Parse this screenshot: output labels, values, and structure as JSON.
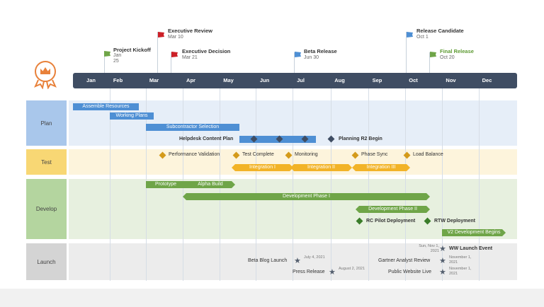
{
  "colors": {
    "timeline": "#3f4d63",
    "plan_band": "#e6eef8",
    "plan_label": "#a9c7eb",
    "test_band": "#fdf4dc",
    "test_label": "#f8d774",
    "develop_band": "#e7f0df",
    "develop_label": "#b4d59f",
    "launch_band": "#ececec",
    "launch_label": "#d4d4d4",
    "blue_task": "#4e8fd4",
    "gold_task": "#f2b327",
    "green_task": "#6fa548",
    "logo": "#e8813a"
  },
  "months": [
    "Jan",
    "Feb",
    "Mar",
    "Apr",
    "May",
    "Jun",
    "Jul",
    "Aug",
    "Sep",
    "Oct",
    "Nov",
    "Dec"
  ],
  "milestones": [
    {
      "title": "Project Kickoff",
      "date": "Jan 25",
      "flag": "#6fa548"
    },
    {
      "title": "Executive Review",
      "date": "Mar 10",
      "flag": "#cc2027"
    },
    {
      "title": "Executive Decision",
      "date": "Mar 21",
      "flag": "#cc2027"
    },
    {
      "title": "Beta Release",
      "date": "Jun 30",
      "flag": "#4e8fd4"
    },
    {
      "title": "Release Candidate",
      "date": "Oct 1",
      "flag": "#4e8fd4"
    },
    {
      "title": "Final Release",
      "date": "Oct 20",
      "flag": "#6fa548"
    }
  ],
  "swimlanes": {
    "plan": "Plan",
    "test": "Test",
    "develop": "Develop",
    "launch": "Launch"
  },
  "plan": {
    "assemble": "Assemble Resources",
    "working": "Working Plans",
    "subcontractor": "Subcontractor Selection",
    "helpdesk": "Helpdesk Content Plan",
    "planning_r2": "Planning R2 Begin"
  },
  "test": {
    "performance": "Performance Validation",
    "test_complete": "Test Complete",
    "monitoring": "Monitoring",
    "phase_sync": "Phase Sync",
    "load_balance": "Load Balance",
    "integration_1": "Integration I",
    "integration_2": "Integration II",
    "integration_3": "Integration III"
  },
  "develop": {
    "prototype": "Prototype",
    "alpha": "Alpha Build",
    "dev1": "Development Phase I",
    "dev2": "Development Phase II",
    "rc_pilot": "RC Pilot Deployment",
    "rtw": "RTW Deployment",
    "v2": "V2 Development Begins"
  },
  "launch": {
    "ww_launch": "WW Launch Event",
    "ww_date": "Sun, Nov 1, 2021",
    "beta_blog": "Beta Blog Launch",
    "beta_blog_date": "July 4, 2021",
    "gartner": "Gartner Analyst Review",
    "gartner_date": "November 1, 2021",
    "press": "Press Release",
    "press_date": "August 2, 2021",
    "public_site": "Public Website Live",
    "public_site_date": "November 1, 2021"
  }
}
